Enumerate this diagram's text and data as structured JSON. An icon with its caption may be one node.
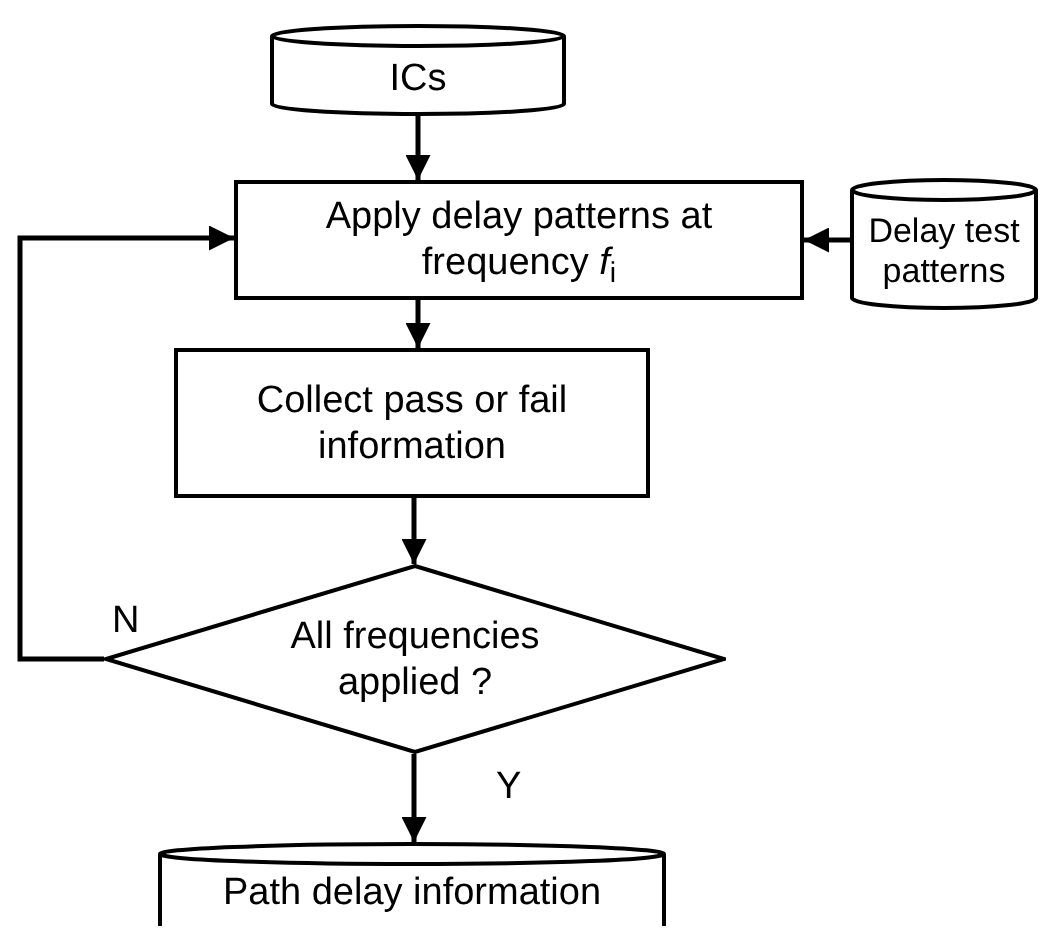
{
  "diagram": {
    "nodes": [
      {
        "text": [
          "ICs"
        ]
      },
      {
        "text": [
          "Apply delay patterns at frequency *f*$_{i}$"
        ]
      },
      {
        "text": [
          "Delay test patterns"
        ]
      },
      {
        "text": [
          "Collect  pass or fail information"
        ]
      },
      {
        "text": [
          "All frequencies applied ?"
        ]
      },
      {
        "text": [
          "Path delay information"
        ]
      }
    ],
    "edges": [
      {
        "from": 0,
        "to": 1,
        "arrow": "to"
      },
      {
        "from": 2,
        "to": 1,
        "arrow": "to"
      },
      {
        "from": 1,
        "to": 3,
        "arrow": "to"
      },
      {
        "from": 3,
        "to": 4,
        "arrow": "to"
      },
      {
        "from": 4,
        "to": 1,
        "arrow": "to",
        "label": "N"
      },
      {
        "from": 4,
        "to": 5,
        "arrow": "to",
        "label": "Y"
      }
    ]
  }
}
